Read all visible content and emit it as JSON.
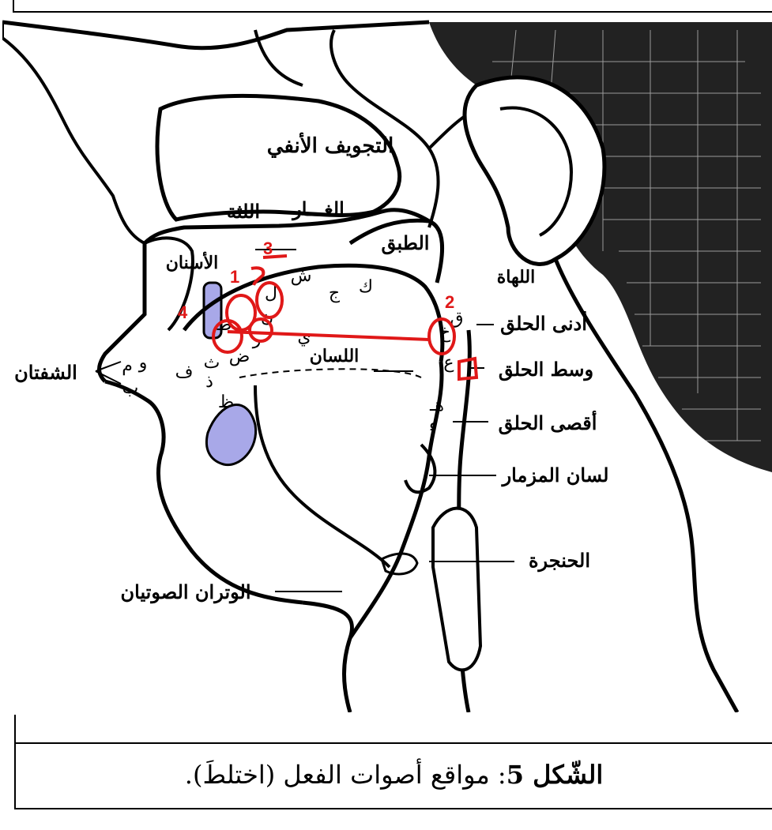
{
  "labels": {
    "nasal_cavity": "التجويف الأنفي",
    "palate": "الغـــار",
    "alveolar": "اللثة",
    "velum": "الطبق",
    "teeth": "الأسنان",
    "uvula": "اللهاة",
    "lower_pharynx": "أدنى الحلق",
    "mid_pharynx": "وسط الحلق",
    "far_pharynx": "أقصى الحلق",
    "epiglottis": "لسان المزمار",
    "larynx": "الحنجرة",
    "vocal_cords": "الوتران الصوتيان",
    "tongue": "اللسان",
    "lips": "الشفتان"
  },
  "letters": {
    "sh": "ش",
    "j": "ج",
    "k": "ك",
    "q": "ق",
    "kh": "خ",
    "ain": "ع",
    "h": "هـ",
    "hamza": "ء",
    "w": "و",
    "m": "م",
    "b": "ب",
    "f": "ف",
    "th": "ث",
    "dh": "ذ",
    "zh": "ظ",
    "t": "ط",
    "d": "ض",
    "l": "ل",
    "n": "ن",
    "r": "ر",
    "y": "ي"
  },
  "annotations": {
    "mark1": "1",
    "mark2": "2",
    "mark3": "3",
    "mark4": "4"
  },
  "caption": {
    "bold": "الشّكل 5",
    "text": ": مواقع أصوات الفعل (اختلطَ)."
  },
  "colors": {
    "ink": "#000000",
    "annotation": "#e01818",
    "teeth_fill": "#a8a8e8",
    "hair": "#222222"
  }
}
